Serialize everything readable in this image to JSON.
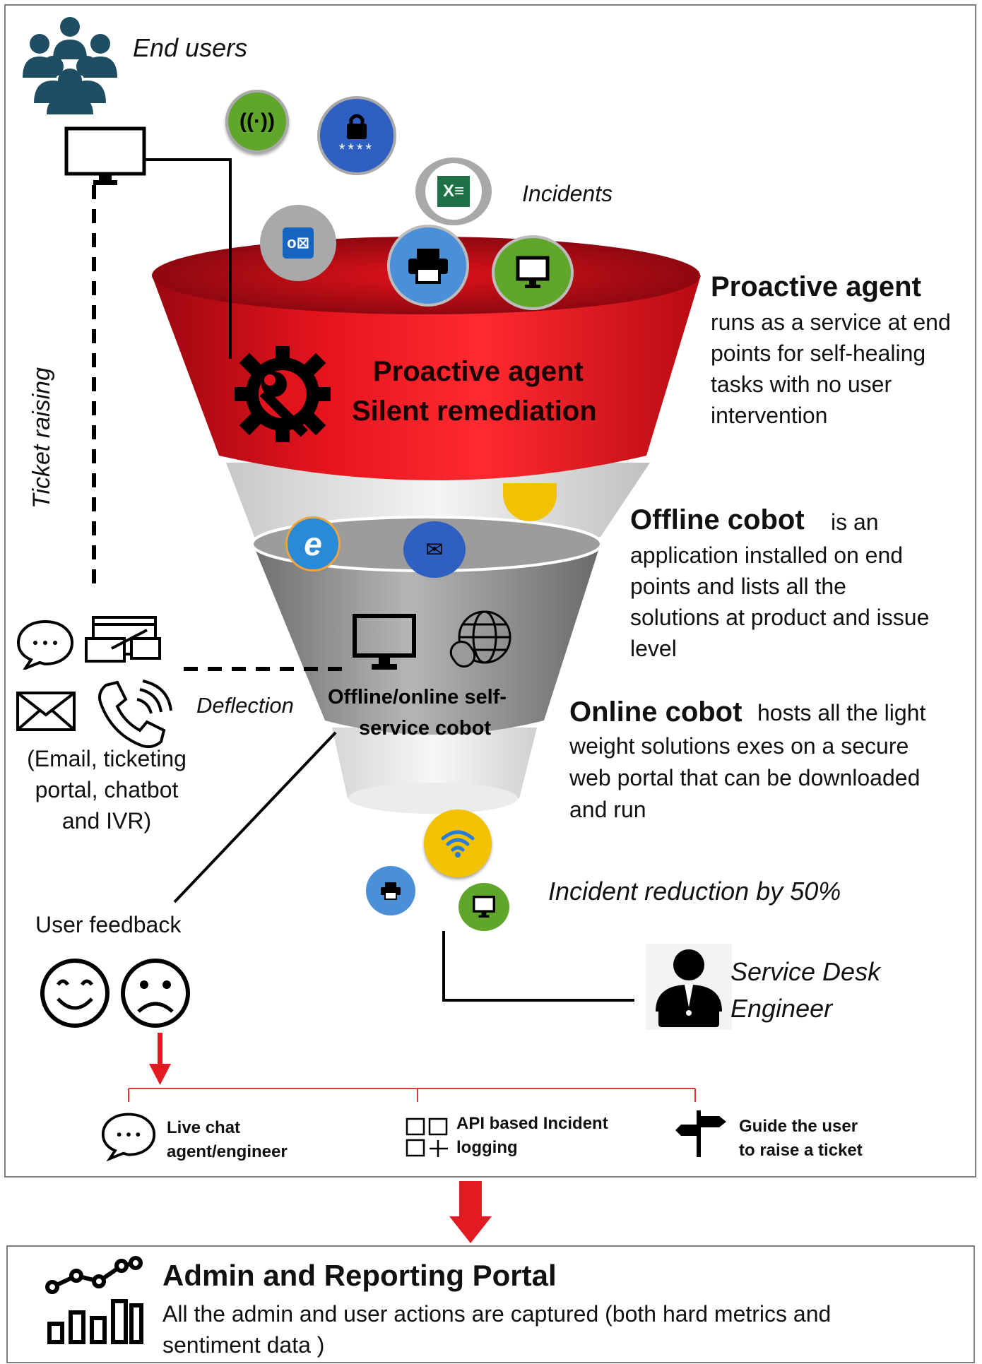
{
  "end_users": {
    "label": "End users"
  },
  "incidents": {
    "label": "Incidents"
  },
  "ticket_raising": {
    "label": "Ticket raising"
  },
  "funnel": {
    "top_title_line1": "Proactive agent",
    "top_title_line2": "Silent remediation",
    "middle_title_line1": "Offline/online self-",
    "middle_title_line2": "service cobot"
  },
  "proactive_agent": {
    "title": "Proactive agent",
    "description": "runs as a service at end\npoints for self-healing\ntasks with no user\nintervention"
  },
  "offline_cobot": {
    "title": "Offline cobot",
    "description_inline": "is an",
    "description": "application installed on end\npoints and lists all the\nsolutions at product and issue\nlevel"
  },
  "online_cobot": {
    "title": "Online cobot",
    "description_inline": "hosts all the light",
    "description": "weight solutions exes on a secure\nweb portal that can be downloaded\nand run"
  },
  "deflection": {
    "label": "Deflection"
  },
  "channels": {
    "caption": "(Email, ticketing\nportal, chatbot\nand IVR)"
  },
  "incident_reduction": {
    "label": "Incident reduction by 50%"
  },
  "service_desk": {
    "label": "Service Desk\nEngineer"
  },
  "user_feedback": {
    "label": "User feedback"
  },
  "options": [
    {
      "label": "Live chat\nagent/engineer"
    },
    {
      "label": "API based Incident\nlogging"
    },
    {
      "label": "Guide the user\nto raise a ticket"
    }
  ],
  "admin_portal": {
    "title": "Admin and Reporting Portal",
    "description": "All the admin and user actions are captured (both hard metrics and\nsentiment data )"
  },
  "colors": {
    "red": "#e8101c",
    "dark_red": "#a80a10",
    "gray_funnel": "#8a8a8a",
    "people_teal": "#1f4e63",
    "green_icon": "#5fa62a",
    "blue_icon": "#2f5fc0",
    "yellow_icon": "#f2c200"
  }
}
